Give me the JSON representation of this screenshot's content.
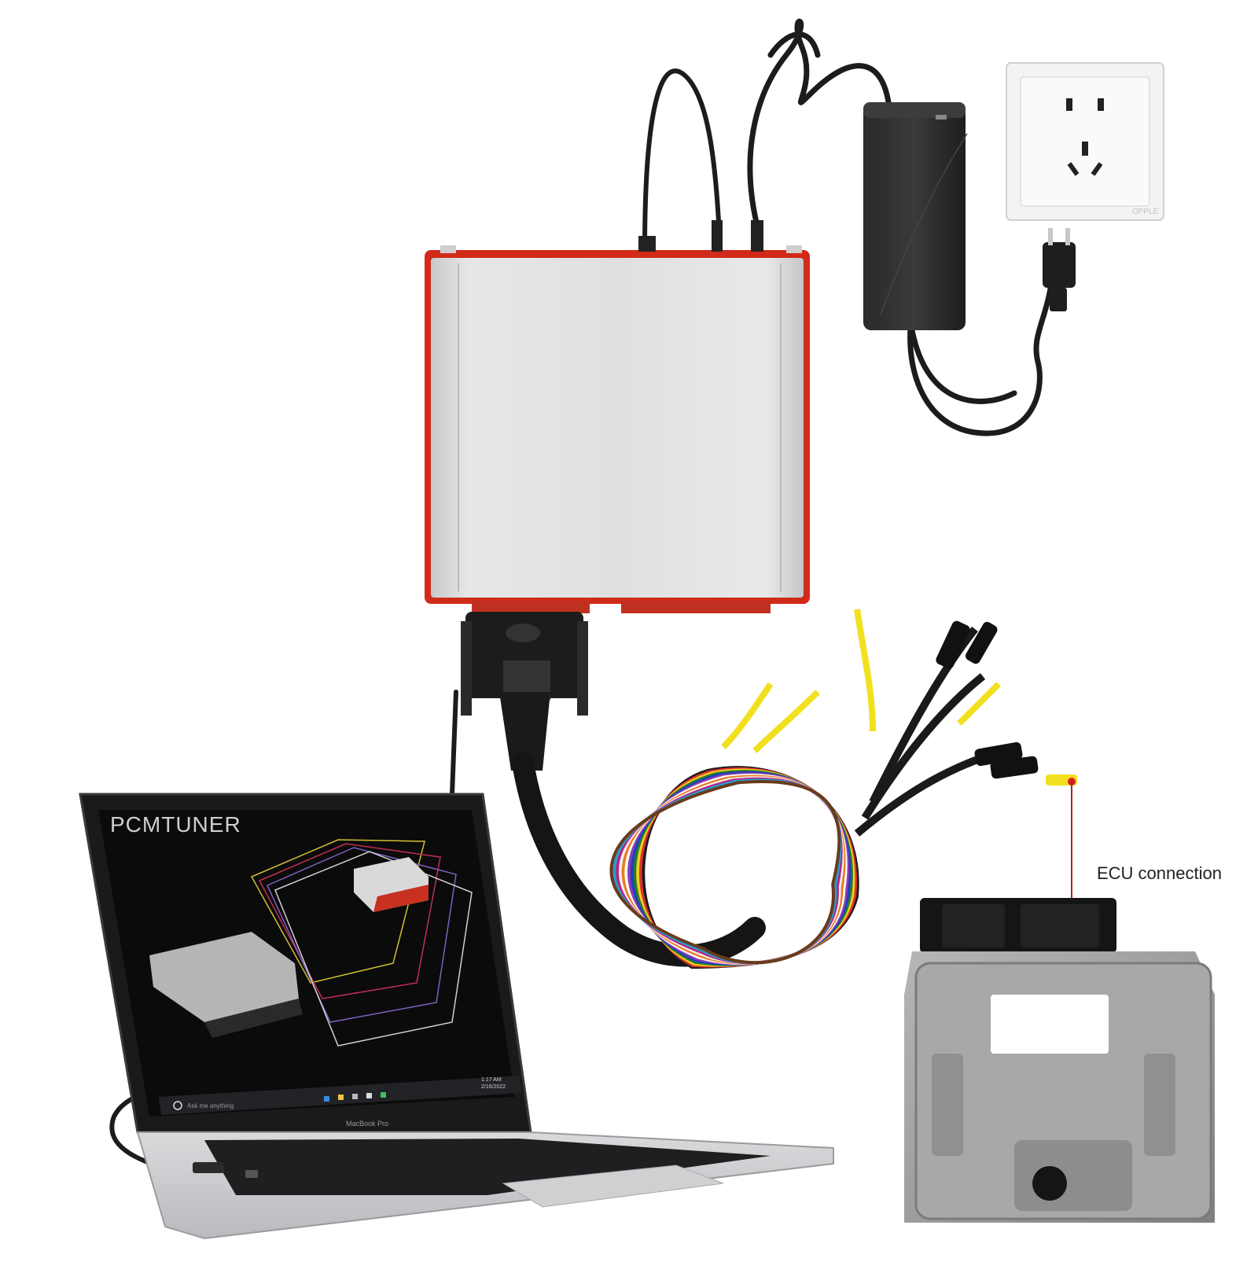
{
  "laptop": {
    "brand_title": "PCMTUNER",
    "search_placeholder": "Ask me anything",
    "clock_time": "1:17 AM",
    "clock_date": "2/16/2022",
    "model": "MacBook Pro"
  },
  "socket": {
    "brand": "OPPLE"
  },
  "annotation": {
    "ecu_connection": "ECU connection"
  },
  "colors": {
    "device_red": "#d22a1a",
    "device_silver": "#d9dadb",
    "screen_bg": "#0b0b0c",
    "label_line": "#b32020"
  },
  "wire_colors": [
    "#1a1a1a",
    "#e03030",
    "#f0d020",
    "#2a7a2a",
    "#1e40c0",
    "#8a3fb0",
    "#ffffff",
    "#e87b20",
    "#f0f0f0",
    "#c02080",
    "#20a0d0",
    "#6b3a1a"
  ]
}
